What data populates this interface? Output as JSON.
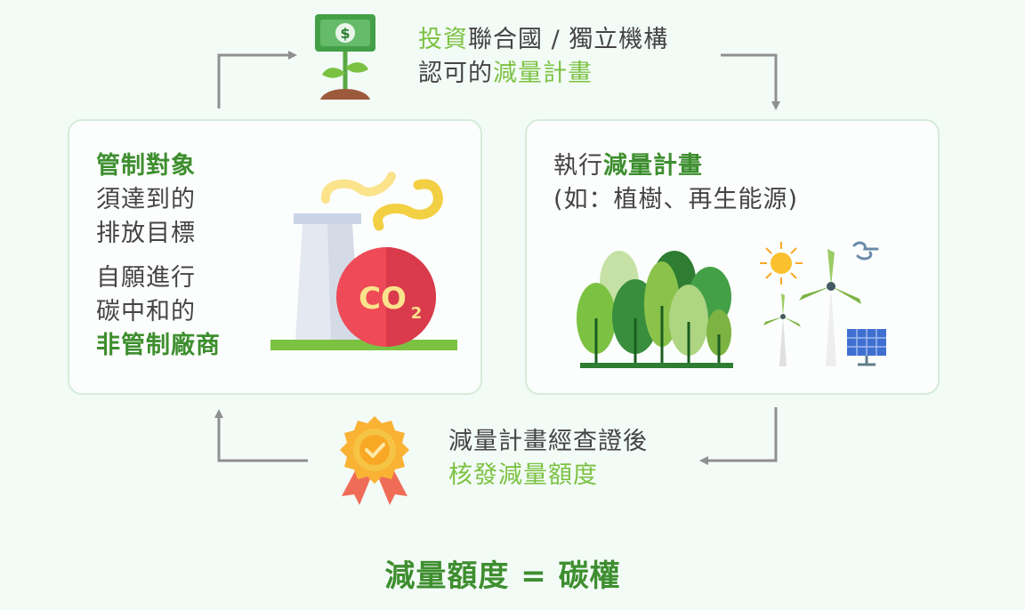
{
  "top_step": {
    "part1_green": "投資",
    "part1_rest": "聯合國 / 獨立機構",
    "part2_rest": "認可的",
    "part2_green": "減量計畫"
  },
  "left_card": {
    "line1": "管制對象",
    "line2": "須達到的",
    "line3": "排放目標",
    "line4": "自願進行",
    "line5": "碳中和的",
    "line6": "非管制廠商",
    "co2_label": "CO",
    "co2_sub": "2"
  },
  "right_card": {
    "prefix": "執行",
    "highlight": "減量計畫",
    "line2": "(如：植樹、再生能源)"
  },
  "bottom_step": {
    "line1": "減量計畫經查證後",
    "line2": "核發減量額度"
  },
  "footer": {
    "equation": "減量額度 = 碳權"
  },
  "colors": {
    "accent_green": "#7cc242",
    "dark_green": "#3e8e2f",
    "arrow_gray": "#8f8f8f",
    "card_border": "#d6ecd9",
    "co2_red": "#ee4a57"
  }
}
